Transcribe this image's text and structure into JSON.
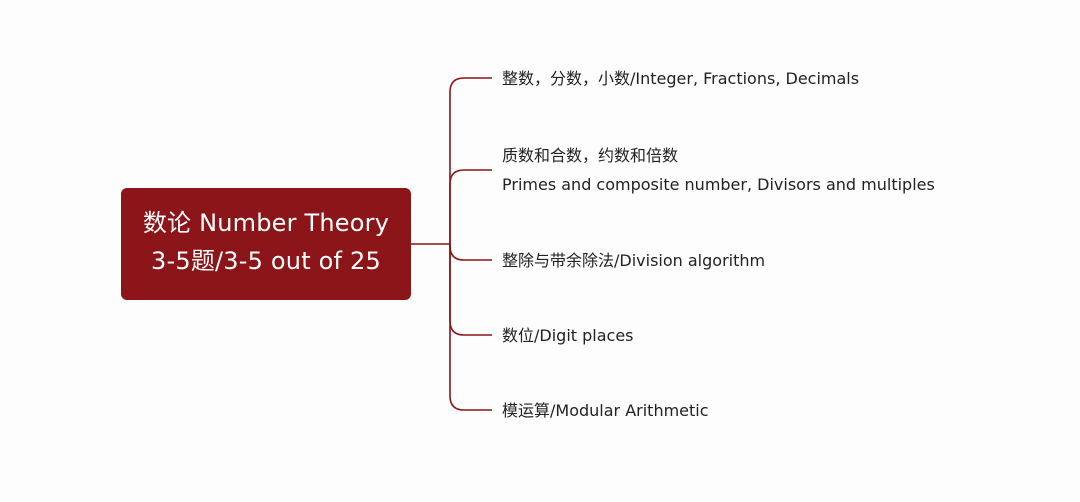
{
  "root": {
    "line1": "数论 Number Theory",
    "line2": "3-5题/3-5 out of 25"
  },
  "branches": [
    {
      "lines": [
        "整数，分数，小数/Integer, Fractions, Decimals"
      ]
    },
    {
      "lines": [
        "质数和合数，约数和倍数",
        "Primes and composite number, Divisors and multiples"
      ]
    },
    {
      "lines": [
        "整除与带余除法/Division algorithm"
      ]
    },
    {
      "lines": [
        "数位/Digit places"
      ]
    },
    {
      "lines": [
        "模运算/Modular Arithmetic"
      ]
    }
  ],
  "colors": {
    "node_fill": "#8b1518",
    "connector": "#8b1518",
    "node_text": "#ffffff",
    "branch_text": "#222222"
  }
}
